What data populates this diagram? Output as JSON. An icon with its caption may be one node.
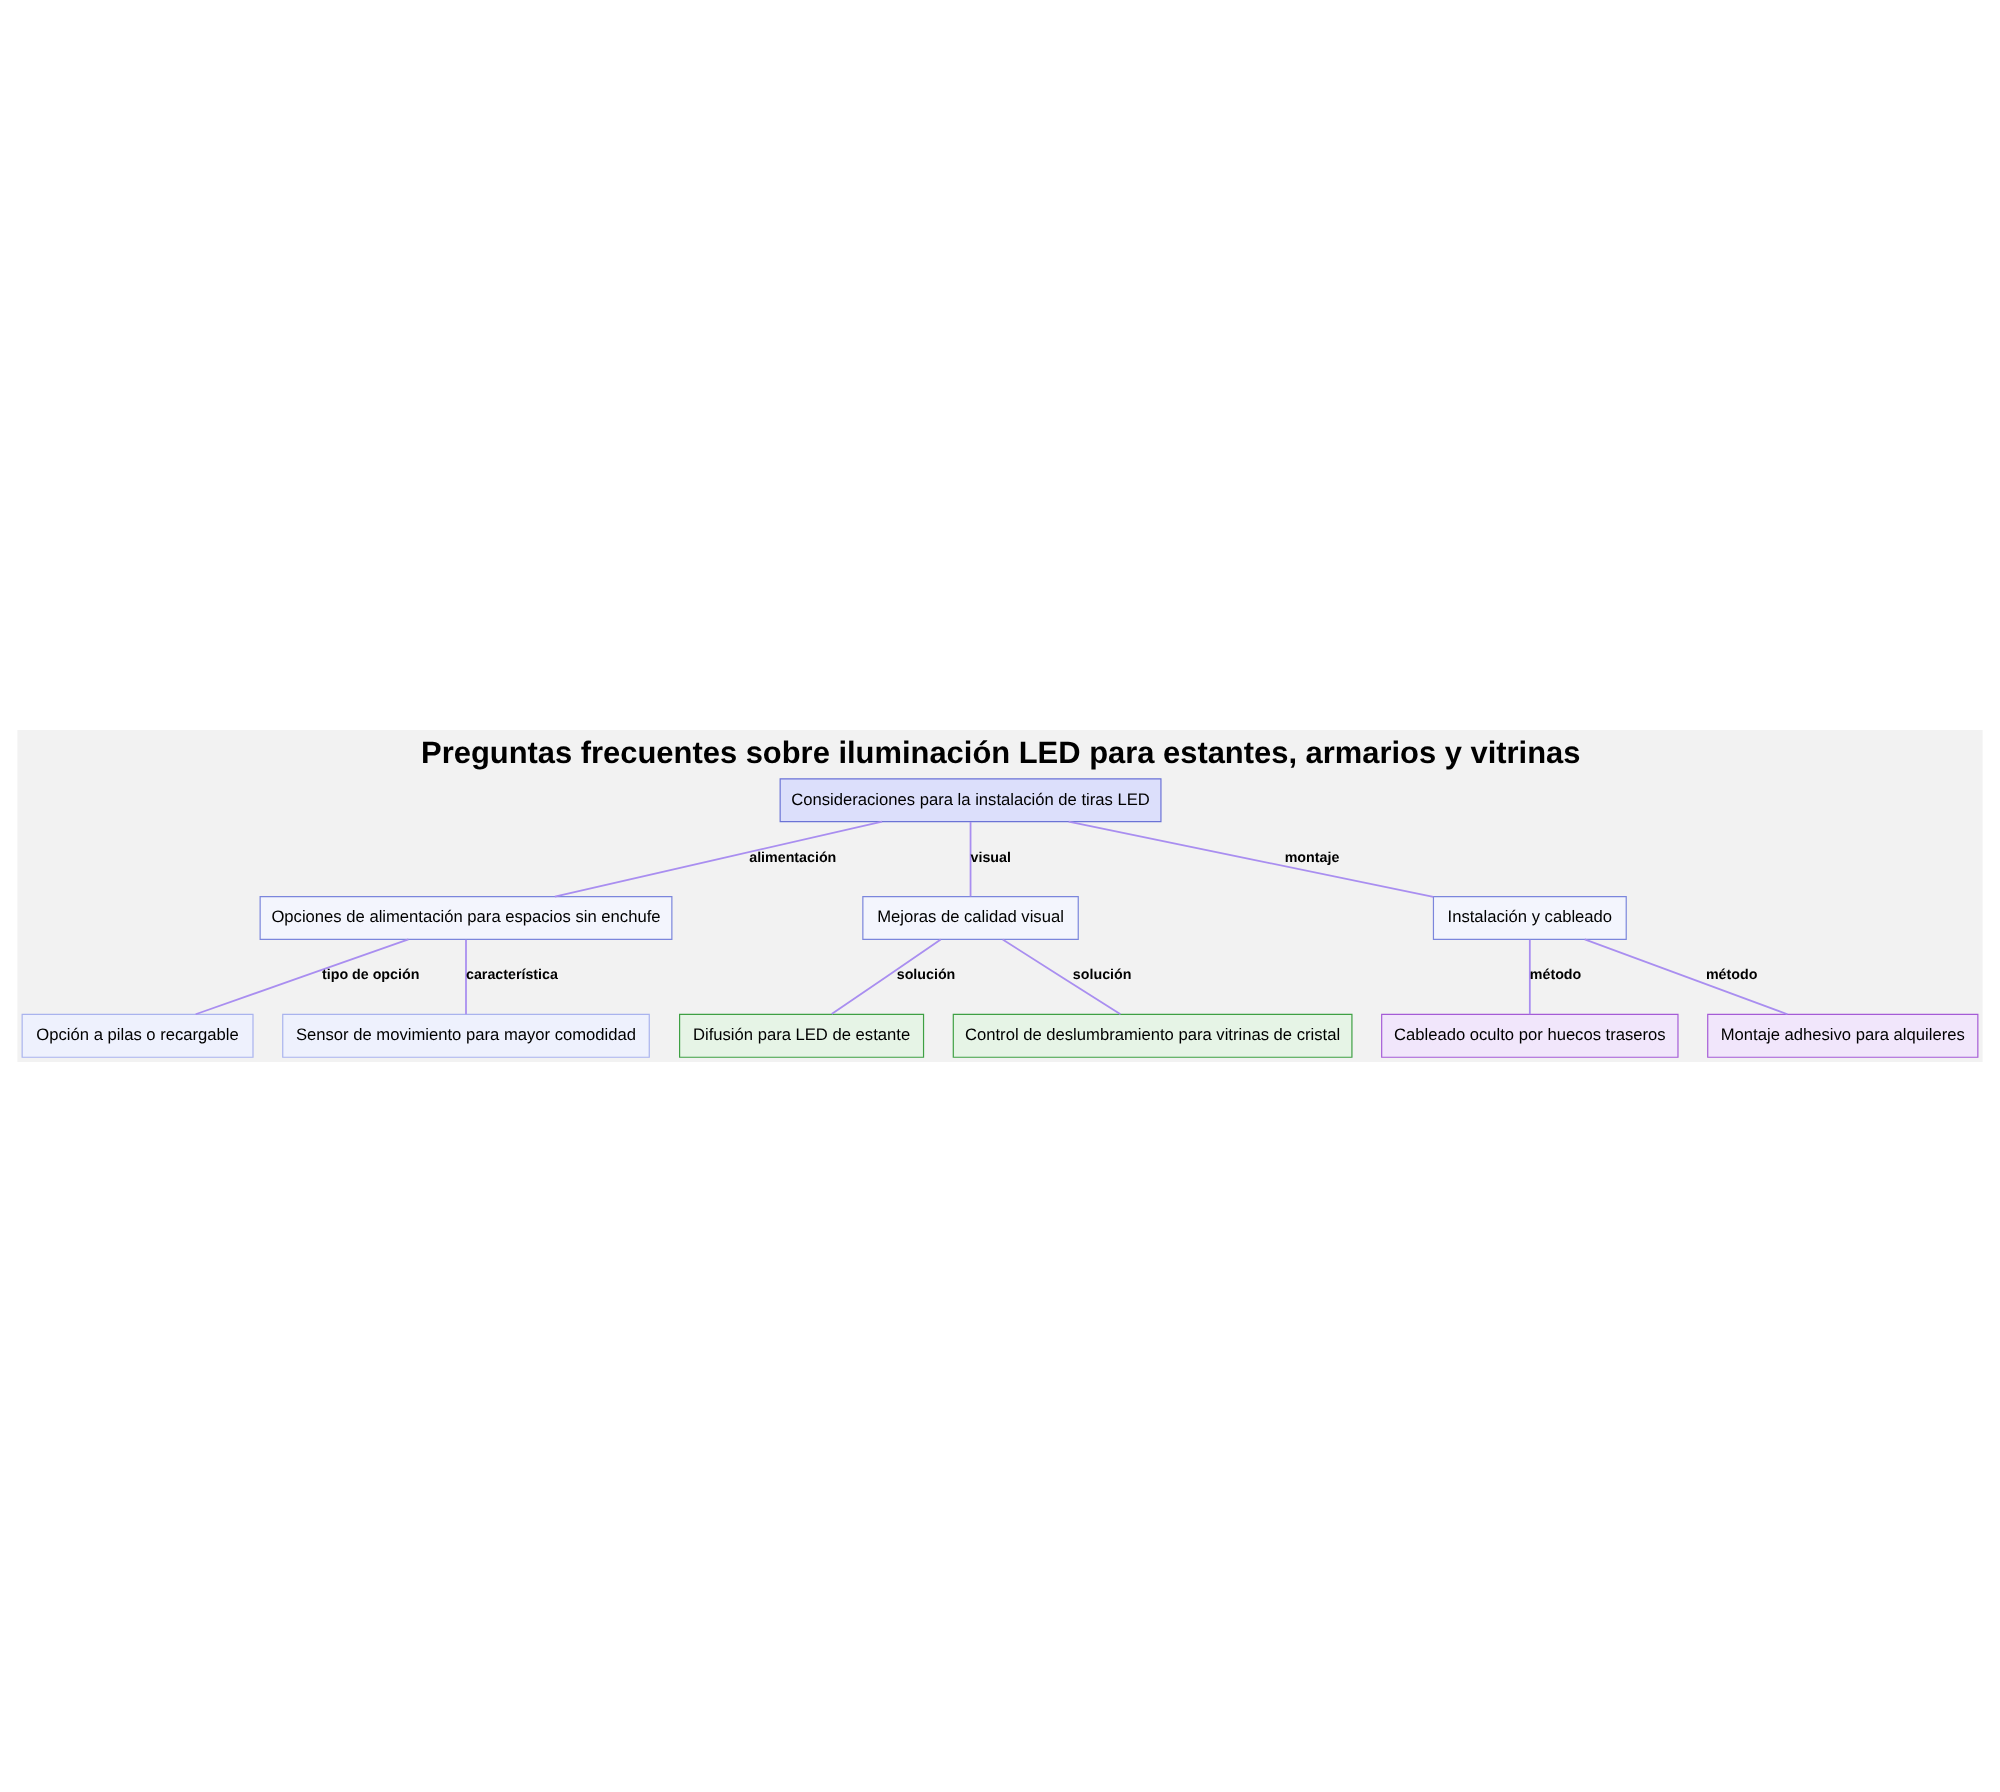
{
  "diagram": {
    "title": "Preguntas frecuentes sobre iluminación LED para estantes, armarios y vitrinas",
    "nodes": [
      {
        "text": [
          "Consideraciones para la instalación de tiras LED"
        ]
      },
      {
        "text": [
          "Opciones de alimentación para espacios sin enchufe"
        ]
      },
      {
        "text": [
          "Mejoras de calidad visual"
        ]
      },
      {
        "text": [
          "Instalación y cableado"
        ]
      },
      {
        "text": [
          "Opción a pilas o recargable"
        ]
      },
      {
        "text": [
          "Sensor de movimiento para mayor comodidad"
        ]
      },
      {
        "text": [
          "Difusión para LED de estante"
        ]
      },
      {
        "text": [
          "Control de deslumbramiento para vitrinas de cristal"
        ]
      },
      {
        "text": [
          "Cableado oculto por huecos traseros"
        ]
      },
      {
        "text": [
          "Montaje adhesivo para alquileres"
        ]
      }
    ],
    "edges": [
      {
        "from": 0,
        "to": 1,
        "arrow": "none",
        "label": "alimentación"
      },
      {
        "from": 0,
        "to": 2,
        "arrow": "none",
        "label": "visual"
      },
      {
        "from": 0,
        "to": 3,
        "arrow": "none",
        "label": "montaje"
      },
      {
        "from": 1,
        "to": 4,
        "arrow": "none",
        "label": "tipo de opción"
      },
      {
        "from": 1,
        "to": 5,
        "arrow": "none",
        "label": "característica"
      },
      {
        "from": 2,
        "to": 6,
        "arrow": "none",
        "label": "solución"
      },
      {
        "from": 2,
        "to": 7,
        "arrow": "none",
        "label": "solución"
      },
      {
        "from": 3,
        "to": 8,
        "arrow": "none",
        "label": "método"
      },
      {
        "from": 3,
        "to": 9,
        "arrow": "none",
        "label": "método"
      }
    ]
  }
}
